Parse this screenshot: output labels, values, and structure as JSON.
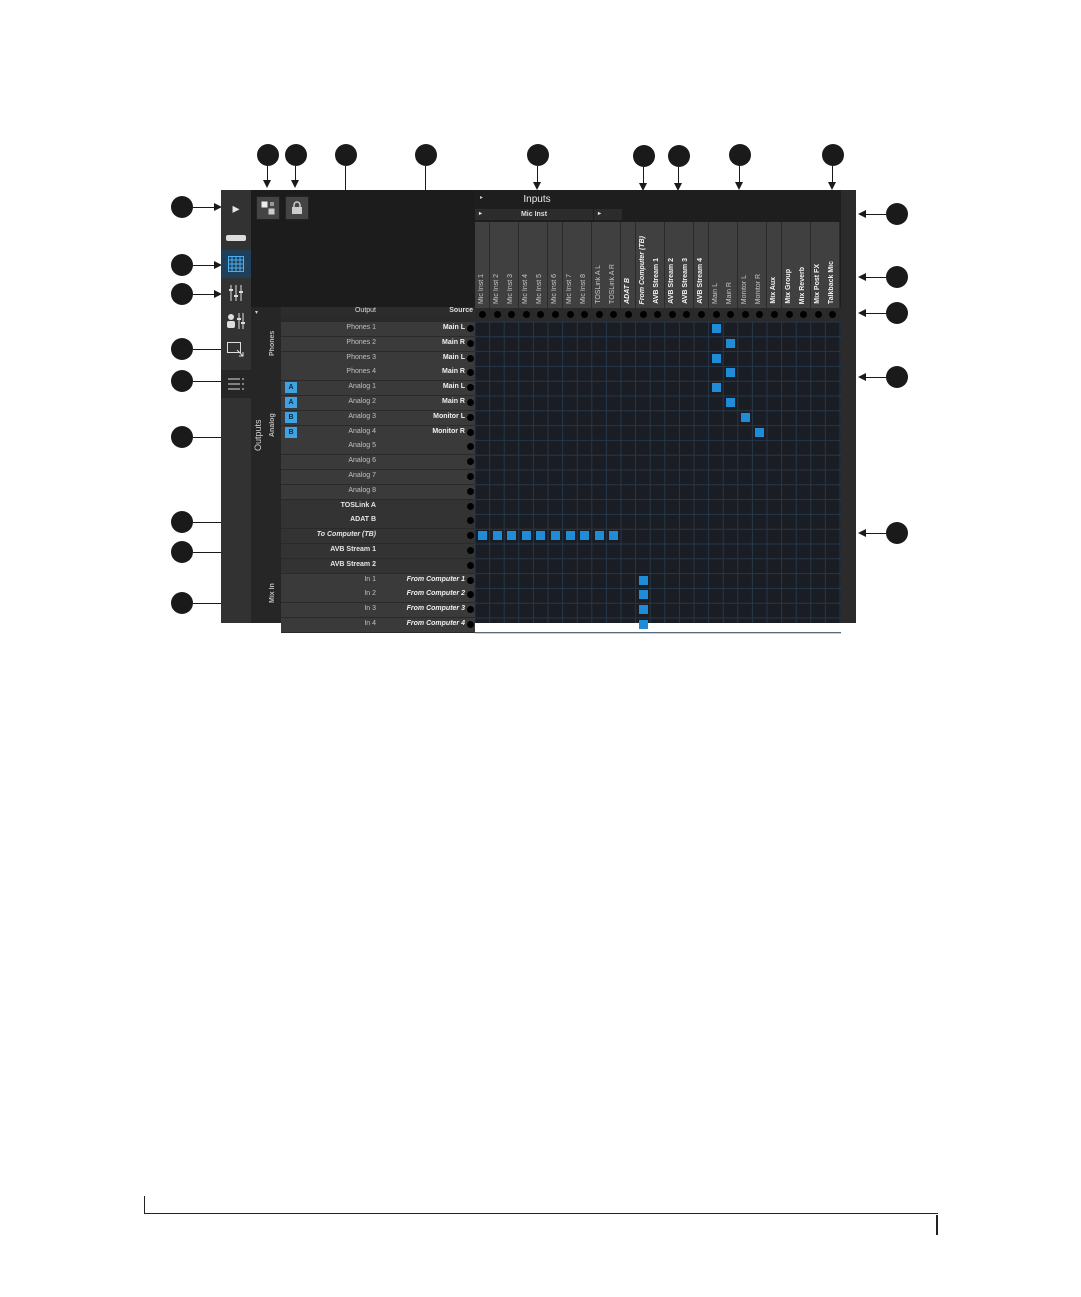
{
  "inputs": {
    "title": "Inputs",
    "group_label": "Mic Inst",
    "columns": [
      {
        "label": "Mic Inst 1",
        "style": "plain"
      },
      {
        "label": "Mic Inst 2",
        "style": "plain"
      },
      {
        "label": "Mic Inst 3",
        "style": "plain"
      },
      {
        "label": "Mic Inst 4",
        "style": "plain"
      },
      {
        "label": "Mic Inst 5",
        "style": "plain"
      },
      {
        "label": "Mic Inst 6",
        "style": "plain"
      },
      {
        "label": "Mic Inst 7",
        "style": "plain"
      },
      {
        "label": "Mic Inst 8",
        "style": "plain"
      },
      {
        "label": "TOSLink A L",
        "style": "plain"
      },
      {
        "label": "TOSLink A R",
        "style": "plain"
      },
      {
        "label": "ADAT B",
        "style": "bolditalic"
      },
      {
        "label": "From Computer (TB)",
        "style": "bolditalic"
      },
      {
        "label": "AVB Stream 1",
        "style": "bold"
      },
      {
        "label": "AVB Stream 2",
        "style": "bold"
      },
      {
        "label": "AVB Stream 3",
        "style": "bold"
      },
      {
        "label": "AVB Stream 4",
        "style": "bold"
      },
      {
        "label": "Main L",
        "style": "plain"
      },
      {
        "label": "Main R",
        "style": "plain"
      },
      {
        "label": "Monitor L",
        "style": "plain"
      },
      {
        "label": "Monitor R",
        "style": "plain"
      },
      {
        "label": "Mix Aux",
        "style": "bold"
      },
      {
        "label": "Mix Group",
        "style": "bold"
      },
      {
        "label": "Mix Reverb",
        "style": "bold"
      },
      {
        "label": "Mix Post FX",
        "style": "bold"
      },
      {
        "label": "Talkback Mic",
        "style": "bold"
      }
    ]
  },
  "outputs": {
    "title": "Outputs",
    "col_output": "Output",
    "col_source": "Source",
    "group_phones": "Phones",
    "group_analog": "Analog",
    "group_mixin": "Mix In",
    "rows": [
      {
        "output": "Phones 1",
        "source": "Main L",
        "badge": "",
        "style": "plain",
        "cells": [
          16
        ]
      },
      {
        "output": "Phones 2",
        "source": "Main R",
        "badge": "",
        "style": "plain",
        "cells": [
          17
        ]
      },
      {
        "output": "Phones 3",
        "source": "Main L",
        "badge": "",
        "style": "plain",
        "cells": [
          16
        ]
      },
      {
        "output": "Phones 4",
        "source": "Main R",
        "badge": "",
        "style": "plain",
        "cells": [
          17
        ]
      },
      {
        "output": "Analog 1",
        "source": "Main L",
        "badge": "A",
        "style": "plain",
        "cells": [
          16
        ]
      },
      {
        "output": "Analog 2",
        "source": "Main R",
        "badge": "A",
        "style": "plain",
        "cells": [
          17
        ]
      },
      {
        "output": "Analog 3",
        "source": "Monitor L",
        "badge": "B",
        "style": "plain",
        "cells": [
          18
        ]
      },
      {
        "output": "Analog 4",
        "source": "Monitor R",
        "badge": "B",
        "style": "plain",
        "cells": [
          19
        ]
      },
      {
        "output": "Analog 5",
        "source": "",
        "badge": "",
        "style": "plain",
        "cells": []
      },
      {
        "output": "Analog 6",
        "source": "",
        "badge": "",
        "style": "plain",
        "cells": []
      },
      {
        "output": "Analog 7",
        "source": "",
        "badge": "",
        "style": "plain",
        "cells": []
      },
      {
        "output": "Analog 8",
        "source": "",
        "badge": "",
        "style": "plain",
        "cells": []
      },
      {
        "output": "TOSLink A",
        "source": "",
        "badge": "",
        "style": "bold",
        "cells": []
      },
      {
        "output": "ADAT B",
        "source": "",
        "badge": "",
        "style": "bold",
        "cells": []
      },
      {
        "output": "To Computer (TB)",
        "source": "",
        "badge": "",
        "style": "bolditalic",
        "cells": [
          0,
          1,
          2,
          3,
          4,
          5,
          6,
          7,
          8,
          9
        ]
      },
      {
        "output": "AVB Stream 1",
        "source": "",
        "badge": "",
        "style": "bold",
        "cells": []
      },
      {
        "output": "AVB Stream 2",
        "source": "",
        "badge": "",
        "style": "bold",
        "cells": []
      },
      {
        "output": "In 1",
        "source": "From Computer 1",
        "badge": "",
        "style": "plain",
        "cells": [
          11
        ]
      },
      {
        "output": "In 2",
        "source": "From Computer 2",
        "badge": "",
        "style": "plain",
        "cells": [
          11
        ]
      },
      {
        "output": "In 3",
        "source": "From Computer 3",
        "badge": "",
        "style": "plain",
        "cells": [
          11
        ]
      },
      {
        "output": "In 4",
        "source": "From Computer 4",
        "badge": "",
        "style": "plain",
        "cells": [
          11
        ]
      }
    ]
  },
  "toolbar": {
    "icons": [
      "routing-icon",
      "lock-icon"
    ]
  },
  "sidebar": {
    "icons": [
      "expand-icon",
      "device-icon",
      "grid-icon",
      "mixer-icon",
      "user-mixer-icon",
      "touch-icon",
      "list-icon"
    ]
  },
  "colors": {
    "accent": "#1f8cd8",
    "badge": "#3ea3e0"
  }
}
